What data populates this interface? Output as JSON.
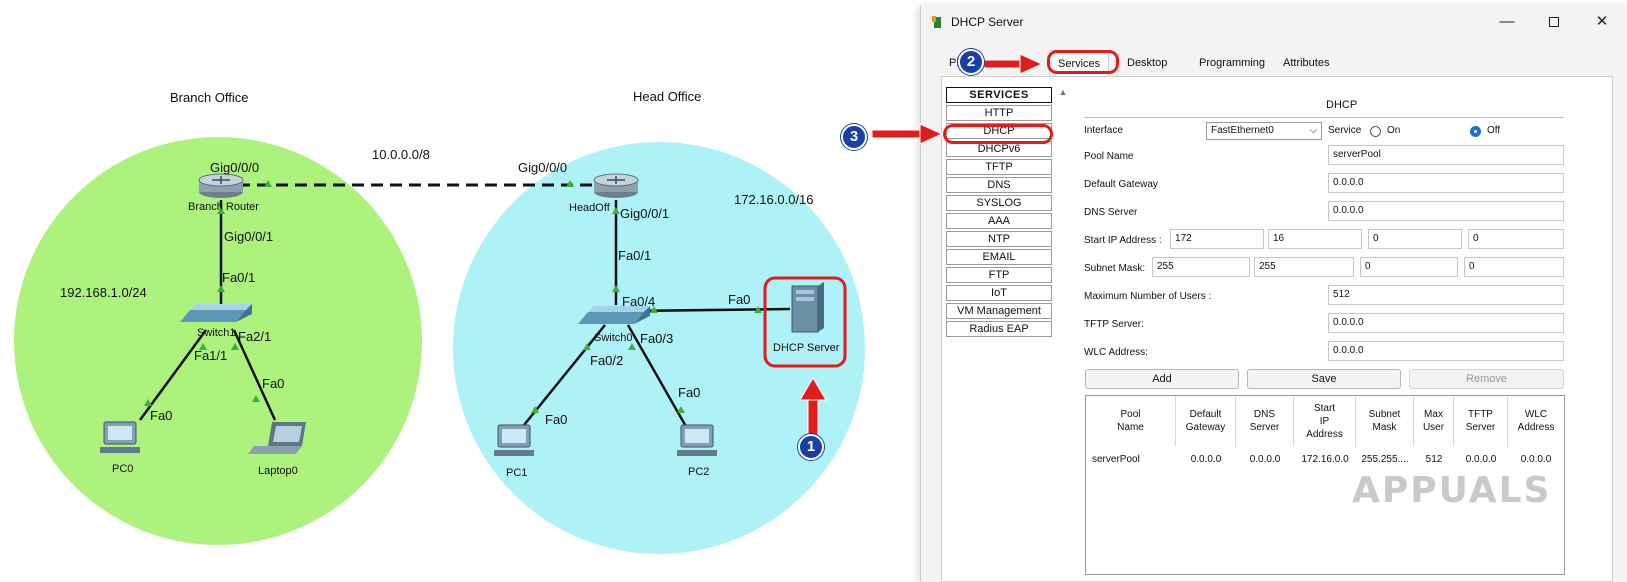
{
  "topology": {
    "branch": {
      "title": "Branch Office",
      "network": "192.168.1.0/24",
      "router": "Branch Router",
      "switch": "Switch1",
      "pc": "PC0",
      "laptop": "Laptop0",
      "ports": {
        "router_wan": "Gig0/0/0",
        "router_lan": "Gig0/0/1",
        "switch_up": "Fa0/1",
        "switch_pc": "Fa1/1",
        "switch_laptop": "Fa2/1",
        "pc_nic": "Fa0",
        "laptop_nic": "Fa0"
      }
    },
    "wan_link": "10.0.0.0/8",
    "head": {
      "title": "Head Office",
      "network": "172.16.0.0/16",
      "router": "HeadOff",
      "switch": "Switch0",
      "pc1": "PC1",
      "pc2": "PC2",
      "server": "DHCP Server",
      "ports": {
        "router_wan": "Gig0/0/0",
        "router_lan": "Gig0/0/1",
        "switch_up": "Fa0/1",
        "switch_server": "Fa0/4",
        "switch_pc1": "Fa0/2",
        "switch_pc2": "Fa0/3",
        "server_nic": "Fa0",
        "pc1_nic": "Fa0",
        "pc2_nic": "Fa0"
      }
    },
    "colors": {
      "branch_bg": "#aef27e",
      "head_bg": "#aef1f7",
      "highlight": "#e21b1b",
      "badge": "#1b3fa8"
    }
  },
  "window": {
    "title": "DHCP Server",
    "controls": {
      "minimize": "—",
      "close": "✕"
    },
    "tabs": [
      "Ph",
      "Services",
      "Desktop",
      "Programming",
      "Attributes"
    ],
    "active_tab": "Services",
    "services_header": "SERVICES",
    "services": [
      "HTTP",
      "DHCP",
      "DHCPv6",
      "TFTP",
      "DNS",
      "SYSLOG",
      "AAA",
      "NTP",
      "EMAIL",
      "FTP",
      "IoT",
      "VM Management",
      "Radius EAP"
    ],
    "selected_service": "DHCP",
    "dhcp": {
      "title": "DHCP",
      "interface_label": "Interface",
      "interface_value": "FastEthernet0",
      "service_label": "Service",
      "on_label": "On",
      "off_label": "Off",
      "service_state": "Off",
      "pool_name_label": "Pool Name",
      "pool_name": "serverPool",
      "gateway_label": "Default Gateway",
      "gateway": "0.0.0.0",
      "dns_label": "DNS Server",
      "dns": "0.0.0.0",
      "start_ip_label": "Start IP Address :",
      "start_ip": [
        "172",
        "16",
        "0",
        "0"
      ],
      "mask_label": "Subnet Mask:",
      "mask": [
        "255",
        "255",
        "0",
        "0"
      ],
      "max_users_label": "Maximum Number of Users :",
      "max_users": "512",
      "tftp_label": "TFTP Server:",
      "tftp": "0.0.0.0",
      "wlc_label": "WLC Address:",
      "wlc": "0.0.0.0",
      "buttons": {
        "add": "Add",
        "save": "Save",
        "remove": "Remove"
      },
      "table": {
        "headers": [
          "Pool\nName",
          "Default\nGateway",
          "DNS\nServer",
          "Start\nIP\nAddress",
          "Subnet\nMask",
          "Max\nUser",
          "TFTP\nServer",
          "WLC\nAddress"
        ],
        "rows": [
          [
            "serverPool",
            "0.0.0.0",
            "0.0.0.0",
            "172.16.0.0",
            "255.255....",
            "512",
            "0.0.0.0",
            "0.0.0.0"
          ]
        ]
      }
    }
  },
  "annotations": {
    "badges": [
      "1",
      "2",
      "3"
    ]
  },
  "watermark": "APPUALS"
}
